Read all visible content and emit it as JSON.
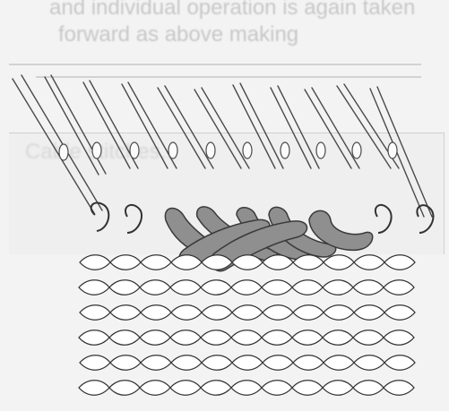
{
  "background_text": {
    "line1": "and individual operation is again taken",
    "line2": "forward as above making"
  },
  "side_text": {
    "line1": "Cable stitches..."
  },
  "illustration": {
    "subject": "knitting cable diagram with needles and stitches",
    "needle_color": "#4a4a4a",
    "highlight_color": "#8f8f8f",
    "stitch_fill": "#ffffff"
  }
}
